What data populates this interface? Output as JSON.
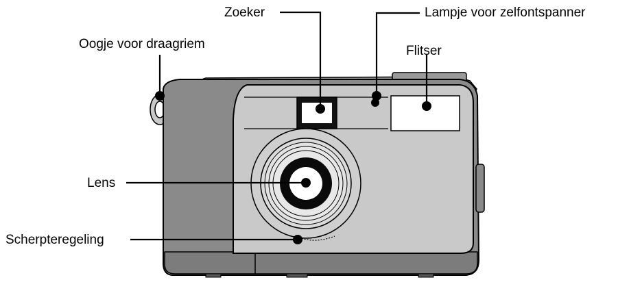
{
  "labels": {
    "zoeker": "Zoeker",
    "lampje": "Lampje voor zelfontspanner",
    "oogje": "Oogje voor draagriem",
    "flitser": "Flitser",
    "lens": "Lens",
    "scherpte": "Scherpteregeling"
  },
  "colors": {
    "body_dark": "#8a8a8a",
    "body_light": "#c9c9c9",
    "outline": "#000000",
    "flash_window": "#ffffff",
    "lens_ring": "#d8d8d8"
  }
}
